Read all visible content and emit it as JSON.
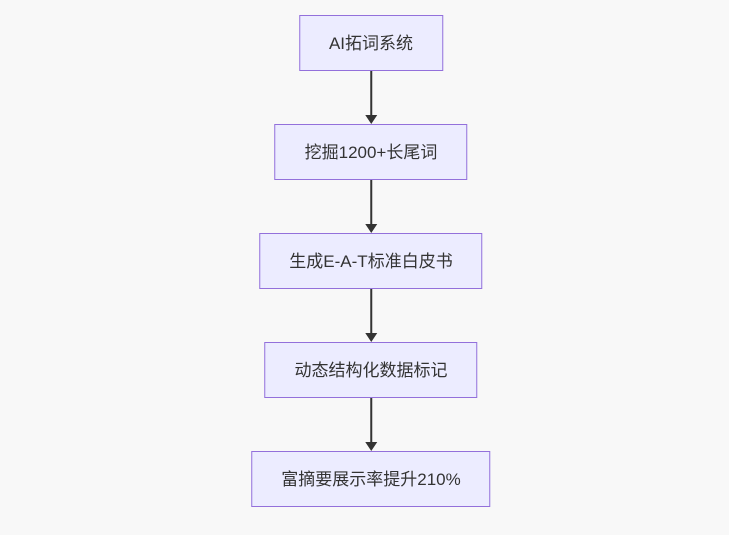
{
  "flowchart": {
    "direction": "top-down",
    "nodes": [
      {
        "label": "AI拓词系统"
      },
      {
        "label": "挖掘1200+长尾词"
      },
      {
        "label": "生成E-A-T标准白皮书"
      },
      {
        "label": "动态结构化数据标记"
      },
      {
        "label": "富摘要展示率提升210%"
      }
    ],
    "edges": [
      {
        "from": 0,
        "to": 1
      },
      {
        "from": 1,
        "to": 2
      },
      {
        "from": 2,
        "to": 3
      },
      {
        "from": 3,
        "to": 4
      }
    ],
    "colors": {
      "background": "#f8f8f8",
      "node_fill": "#ECECFF",
      "node_border": "#9370DB",
      "text": "#333333",
      "arrow": "#333333"
    }
  }
}
